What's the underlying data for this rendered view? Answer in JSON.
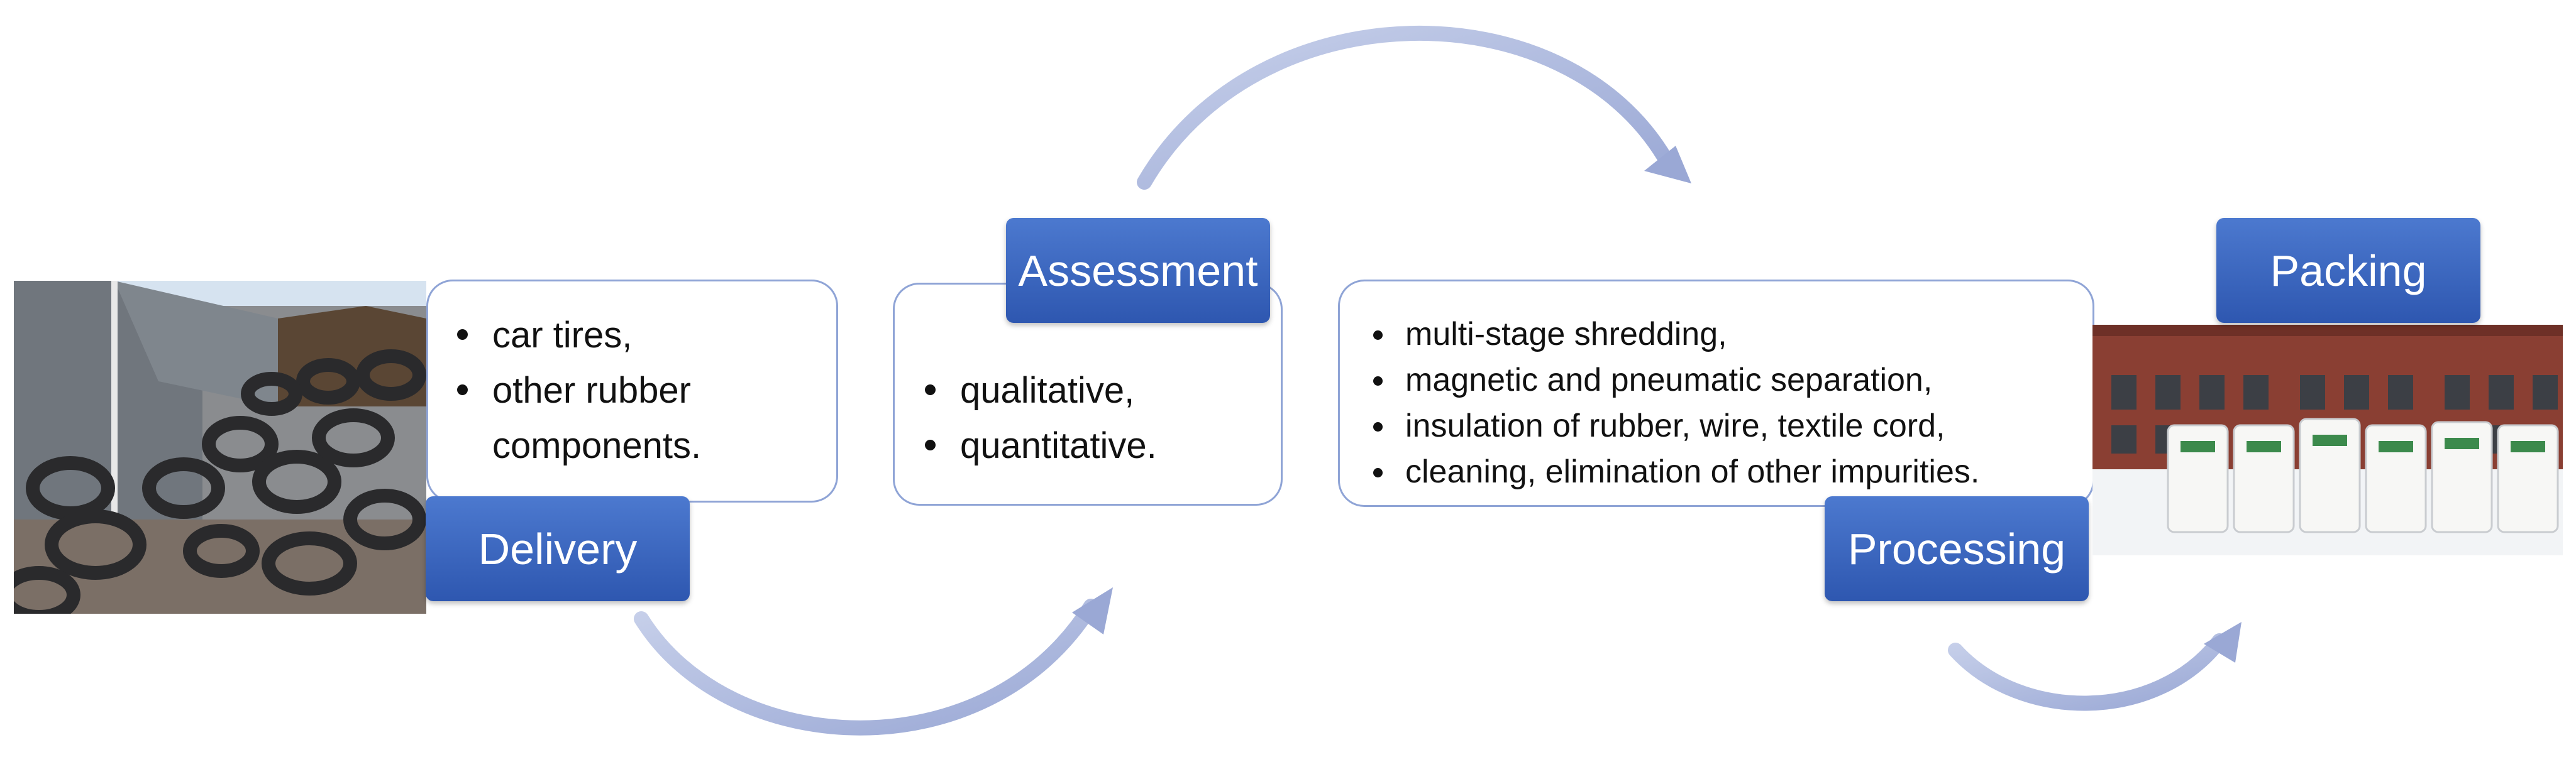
{
  "stages": {
    "delivery": {
      "label": "Delivery",
      "items": [
        "car tires,",
        "other rubber components."
      ]
    },
    "assessment": {
      "label": "Assessment",
      "items": [
        "qualitative,",
        "quantitative."
      ]
    },
    "processing": {
      "label": "Processing",
      "items": [
        "multi-stage shredding,",
        "magnetic and pneumatic separation,",
        "insulation of rubber, wire, textile cord,",
        "cleaning, elimination of other impurities."
      ]
    },
    "packing": {
      "label": "Packing"
    }
  },
  "colors": {
    "stage_fill": "#3a66c4",
    "card_border": "#8fa4d6",
    "arrow": "#a9b5da"
  }
}
